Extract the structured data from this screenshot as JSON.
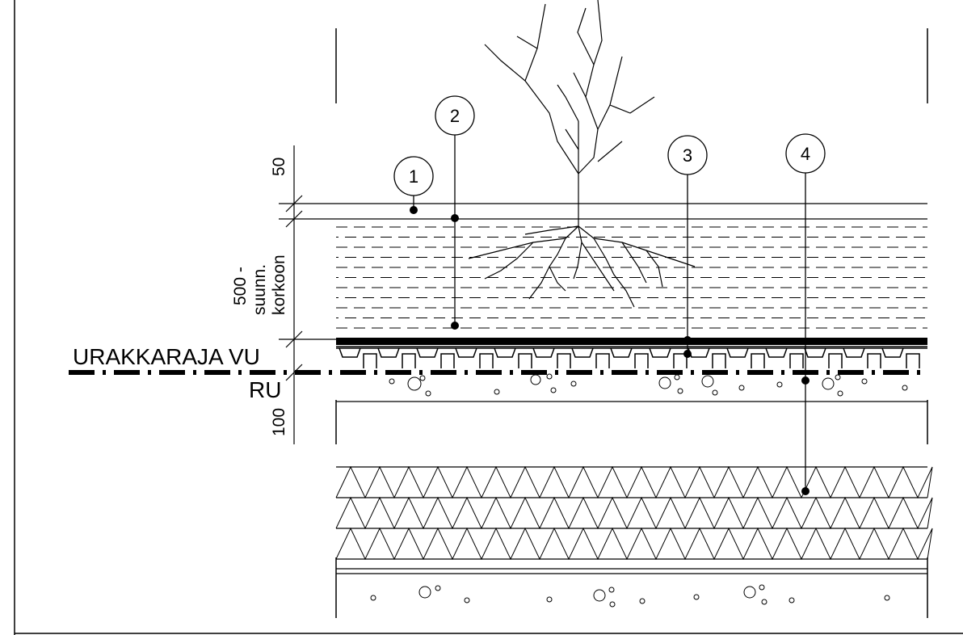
{
  "callouts": [
    "1",
    "2",
    "3",
    "4"
  ],
  "dimensions": {
    "top": "50",
    "middle_line1": "500 -",
    "middle_line2": "suunn.",
    "middle_line3": "korkoon",
    "bottom": "100"
  },
  "boundary": {
    "upper": "URAKKARAJA VU",
    "lower": "RU"
  },
  "colors": {
    "ink": "#000000",
    "background": "#ffffff"
  }
}
